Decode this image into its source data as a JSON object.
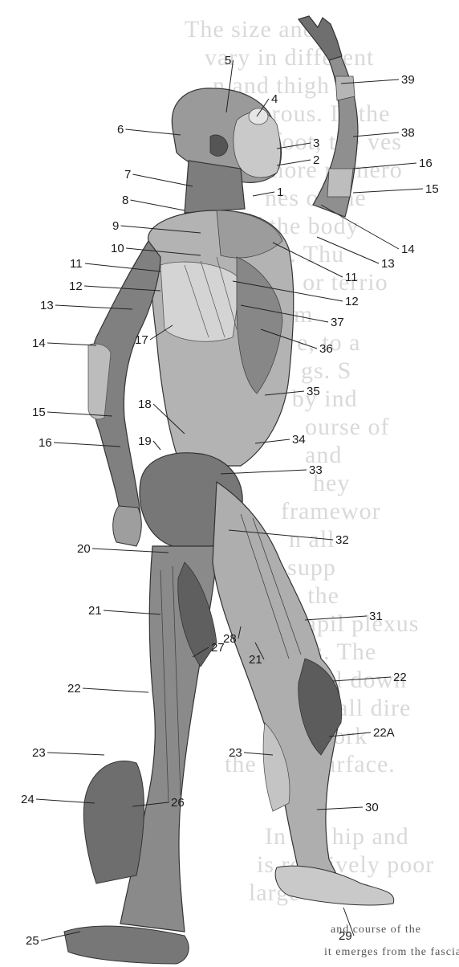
{
  "figure": {
    "labels": [
      {
        "id": "l5",
        "text": "5"
      },
      {
        "id": "l4",
        "text": "4"
      },
      {
        "id": "l6",
        "text": "6"
      },
      {
        "id": "l3",
        "text": "3"
      },
      {
        "id": "l2",
        "text": "2"
      },
      {
        "id": "l7",
        "text": "7"
      },
      {
        "id": "l1",
        "text": "1"
      },
      {
        "id": "l8",
        "text": "8"
      },
      {
        "id": "l9",
        "text": "9"
      },
      {
        "id": "l10",
        "text": "10"
      },
      {
        "id": "l11a",
        "text": "11"
      },
      {
        "id": "l11b",
        "text": "11"
      },
      {
        "id": "l12a",
        "text": "12"
      },
      {
        "id": "l12b",
        "text": "12"
      },
      {
        "id": "l13a",
        "text": "13"
      },
      {
        "id": "l13b",
        "text": "13"
      },
      {
        "id": "l14a",
        "text": "14"
      },
      {
        "id": "l14b",
        "text": "14"
      },
      {
        "id": "l15a",
        "text": "15"
      },
      {
        "id": "l15b",
        "text": "15"
      },
      {
        "id": "l16a",
        "text": "16"
      },
      {
        "id": "l16b",
        "text": "16"
      },
      {
        "id": "l17",
        "text": "17"
      },
      {
        "id": "l18",
        "text": "18"
      },
      {
        "id": "l19",
        "text": "19"
      },
      {
        "id": "l20",
        "text": "20"
      },
      {
        "id": "l21a",
        "text": "21"
      },
      {
        "id": "l21b",
        "text": "21"
      },
      {
        "id": "l22a",
        "text": "22"
      },
      {
        "id": "l22b",
        "text": "22"
      },
      {
        "id": "l22A",
        "text": "22A"
      },
      {
        "id": "l23a",
        "text": "23"
      },
      {
        "id": "l23b",
        "text": "23"
      },
      {
        "id": "l24",
        "text": "24"
      },
      {
        "id": "l25",
        "text": "25"
      },
      {
        "id": "l26",
        "text": "26"
      },
      {
        "id": "l27",
        "text": "27"
      },
      {
        "id": "l28",
        "text": "28"
      },
      {
        "id": "l29",
        "text": "29"
      },
      {
        "id": "l30",
        "text": "30"
      },
      {
        "id": "l31",
        "text": "31"
      },
      {
        "id": "l32",
        "text": "32"
      },
      {
        "id": "l33",
        "text": "33"
      },
      {
        "id": "l34",
        "text": "34"
      },
      {
        "id": "l35",
        "text": "35"
      },
      {
        "id": "l36",
        "text": "36"
      },
      {
        "id": "l37",
        "text": "37"
      },
      {
        "id": "l38",
        "text": "38"
      },
      {
        "id": "l39",
        "text": "39"
      }
    ],
    "background_text": [
      "The size and",
      "vary in different",
      "n and thigh th",
      "merous. In the",
      "nd foot, the ves",
      "more numero",
      "nes of the",
      "of the body",
      "ion. Thu",
      "ea or terrio",
      "om",
      "e, to a",
      "gs. S",
      "re by ind",
      "ourse of",
      "and",
      "hey",
      "framewor",
      "n all",
      "the supp",
      "and, the",
      "subpapil plexus",
      "fat cells. The",
      "vertical down",
      "beams all dire",
      "a network",
      "the skin surface.",
      "In the hip and",
      "is relatively poor",
      "large vessels"
    ],
    "caption_fragments": [
      "and course of the",
      "it emerges from the fascia"
    ]
  }
}
